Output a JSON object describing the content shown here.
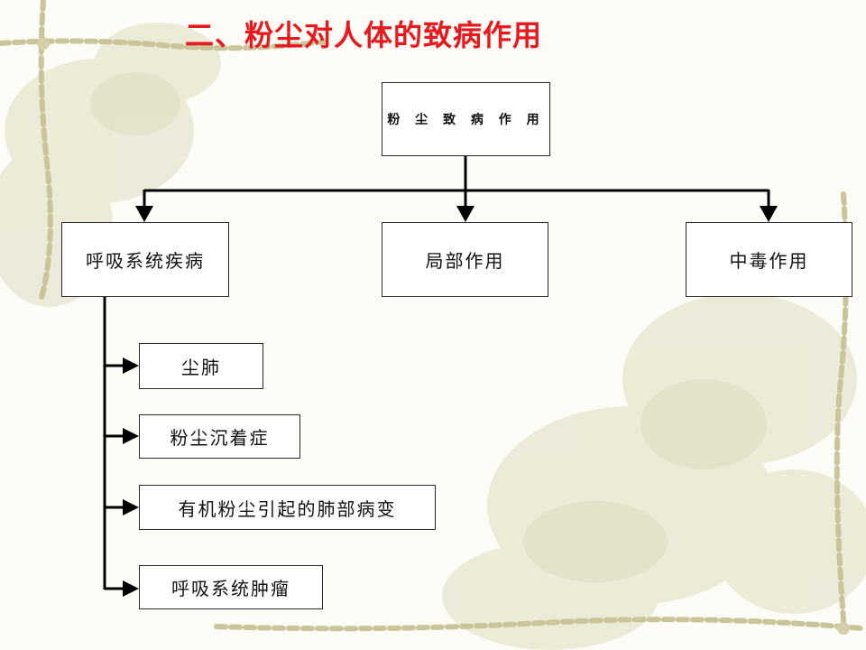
{
  "slide": {
    "title": "二、粉尘对人体的致病作用"
  },
  "diagram": {
    "root": "粉 尘 致 病 作 用",
    "level1": [
      "呼吸系统疾病",
      "局部作用",
      "中毒作用"
    ],
    "respiratory_children": [
      "尘肺",
      "粉尘沉着症",
      "有机粉尘引起的肺部病变",
      "呼吸系统肿瘤"
    ]
  },
  "colors": {
    "title": "#e8191e",
    "border": "#2a2a2a",
    "frame_vine": "#c9c49a"
  }
}
